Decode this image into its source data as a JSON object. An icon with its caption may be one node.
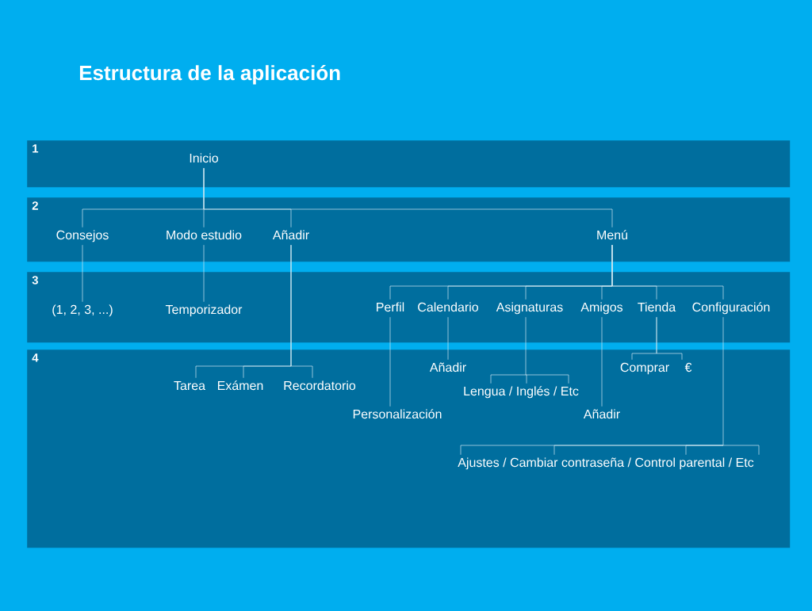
{
  "diagram": {
    "title": "Estructura de la aplicación",
    "nodes": [
      {
        "text": [
          "1"
        ]
      },
      {
        "text": [
          "Inicio"
        ],
        "in": 0
      },
      {
        "text": [
          "2"
        ]
      },
      {
        "text": [
          "Consejos"
        ],
        "in": 2
      },
      {
        "text": [
          "Modo estudio"
        ],
        "in": 2
      },
      {
        "text": [
          "Añadir"
        ],
        "in": 2
      },
      {
        "text": [
          "Menú"
        ],
        "in": 2
      },
      {
        "text": [
          "3"
        ]
      },
      {
        "text": [
          "(1, 2, 3, ...)"
        ],
        "in": 7
      },
      {
        "text": [
          "Temporizador"
        ],
        "in": 7
      },
      {
        "text": [
          "Perfil"
        ],
        "in": 7
      },
      {
        "text": [
          "Calendario"
        ],
        "in": 7
      },
      {
        "text": [
          "Asignaturas"
        ],
        "in": 7
      },
      {
        "text": [
          "Amigos"
        ],
        "in": 7
      },
      {
        "text": [
          "Tienda"
        ],
        "in": 7
      },
      {
        "text": [
          "Configuración"
        ],
        "in": 7
      },
      {
        "text": [
          "4"
        ]
      },
      {
        "text": [
          "Tarea"
        ],
        "in": 16
      },
      {
        "text": [
          "Exámen"
        ],
        "in": 16
      },
      {
        "text": [
          "Recordatorio"
        ],
        "in": 16
      },
      {
        "text": [
          "Añadir"
        ],
        "in": 16
      },
      {
        "text": [
          "Lengua / Inglés / Etc"
        ],
        "in": 16
      },
      {
        "text": [
          "Personalización"
        ],
        "in": 16
      },
      {
        "text": [
          "Añadir"
        ],
        "in": 16
      },
      {
        "text": [
          "Comprar"
        ],
        "in": 16
      },
      {
        "text": [
          "€"
        ],
        "in": 16
      },
      {
        "text": [
          "Ajustes / Cambiar contraseña / Control parental / Etc"
        ],
        "in": 16
      }
    ],
    "edges": [
      {
        "from": 1,
        "to": 3,
        "arrow": "none"
      },
      {
        "from": 1,
        "to": 4,
        "arrow": "none"
      },
      {
        "from": 1,
        "to": 5,
        "arrow": "none"
      },
      {
        "from": 1,
        "to": 6,
        "arrow": "none"
      },
      {
        "from": 3,
        "to": 8,
        "arrow": "none"
      },
      {
        "from": 4,
        "to": 9,
        "arrow": "none"
      },
      {
        "from": 5,
        "to": 17,
        "arrow": "none"
      },
      {
        "from": 5,
        "to": 18,
        "arrow": "none"
      },
      {
        "from": 5,
        "to": 19,
        "arrow": "none"
      },
      {
        "from": 6,
        "to": 10,
        "arrow": "none"
      },
      {
        "from": 6,
        "to": 11,
        "arrow": "none"
      },
      {
        "from": 6,
        "to": 12,
        "arrow": "none"
      },
      {
        "from": 6,
        "to": 13,
        "arrow": "none"
      },
      {
        "from": 6,
        "to": 14,
        "arrow": "none"
      },
      {
        "from": 6,
        "to": 15,
        "arrow": "none"
      },
      {
        "from": 10,
        "to": 22,
        "arrow": "none"
      },
      {
        "from": 11,
        "to": 20,
        "arrow": "none"
      },
      {
        "from": 12,
        "to": 21,
        "arrow": "none"
      },
      {
        "from": 13,
        "to": 23,
        "arrow": "none"
      },
      {
        "from": 14,
        "to": 24,
        "arrow": "none"
      },
      {
        "from": 14,
        "to": 25,
        "arrow": "none"
      },
      {
        "from": 15,
        "to": 26,
        "arrow": "none"
      }
    ]
  }
}
